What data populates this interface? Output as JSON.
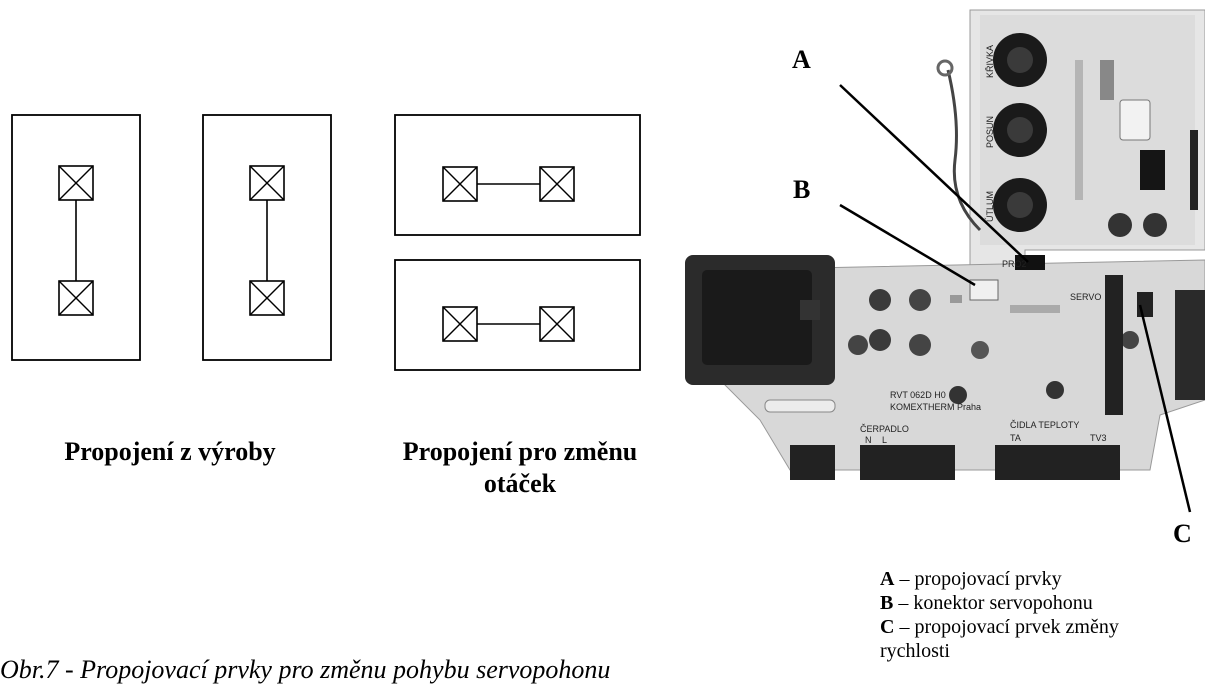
{
  "diagrams": {
    "factory_caption": "Propojení z výroby",
    "change_caption": "Propojení pro změnu otáček"
  },
  "callouts": {
    "a": "A",
    "b": "B",
    "c": "C"
  },
  "legend": [
    {
      "key": "A",
      "text": " – propojovací prvky"
    },
    {
      "key": "B",
      "text": " – konektor servopohonu"
    },
    {
      "key": "C",
      "text": " – propojovací prvek změny rychlosti"
    }
  ],
  "figure_caption": "Obr.7 - Propojovací prvky pro změnu pohybu servopohonu",
  "board_labels": {
    "krivka": "KŘIVKA",
    "posun": "POSUN",
    "utlum": "ÚTLUM",
    "servo": "SERVO",
    "cerpadlo": "ČERPADLO",
    "cidla": "ČIDLA TEPLOTY",
    "model": "RVT 062D H0",
    "maker": "KOMEXTHERM Praha",
    "n": "N",
    "l": "L",
    "ta": "TA",
    "tv": "TV3",
    "pro2": "PRO2"
  }
}
